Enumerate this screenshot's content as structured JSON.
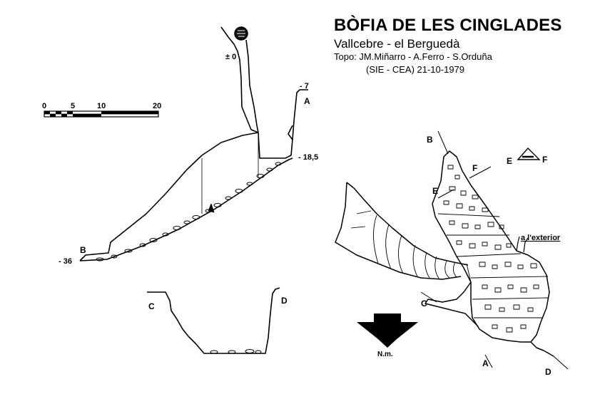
{
  "header": {
    "title": "BÒFIA DE LES CINGLADES",
    "location": "Vallcebre - el Berguedà",
    "topo": "Topo: JM.Miñarro - A.Ferro - S.Orduña",
    "institution_date": "(SIE - CEA)   21-10-1979"
  },
  "scale": {
    "ticks": [
      "0",
      "5",
      "10",
      "20"
    ]
  },
  "profile": {
    "depth_0": "± 0",
    "depth_7": "- 7",
    "depth_18": "- 18,5",
    "depth_36": "- 36",
    "label_a": "A",
    "label_b": "B"
  },
  "section_cd": {
    "label_c": "C",
    "label_d": "D"
  },
  "plan": {
    "label_b": "B",
    "label_e": "E",
    "label_f": "F",
    "label_c": "C",
    "label_a": "A",
    "label_d": "D",
    "exterior": "a l'exterior",
    "section_ef_e": "E",
    "section_ef_f": "F"
  },
  "north": {
    "label": "N.m."
  }
}
